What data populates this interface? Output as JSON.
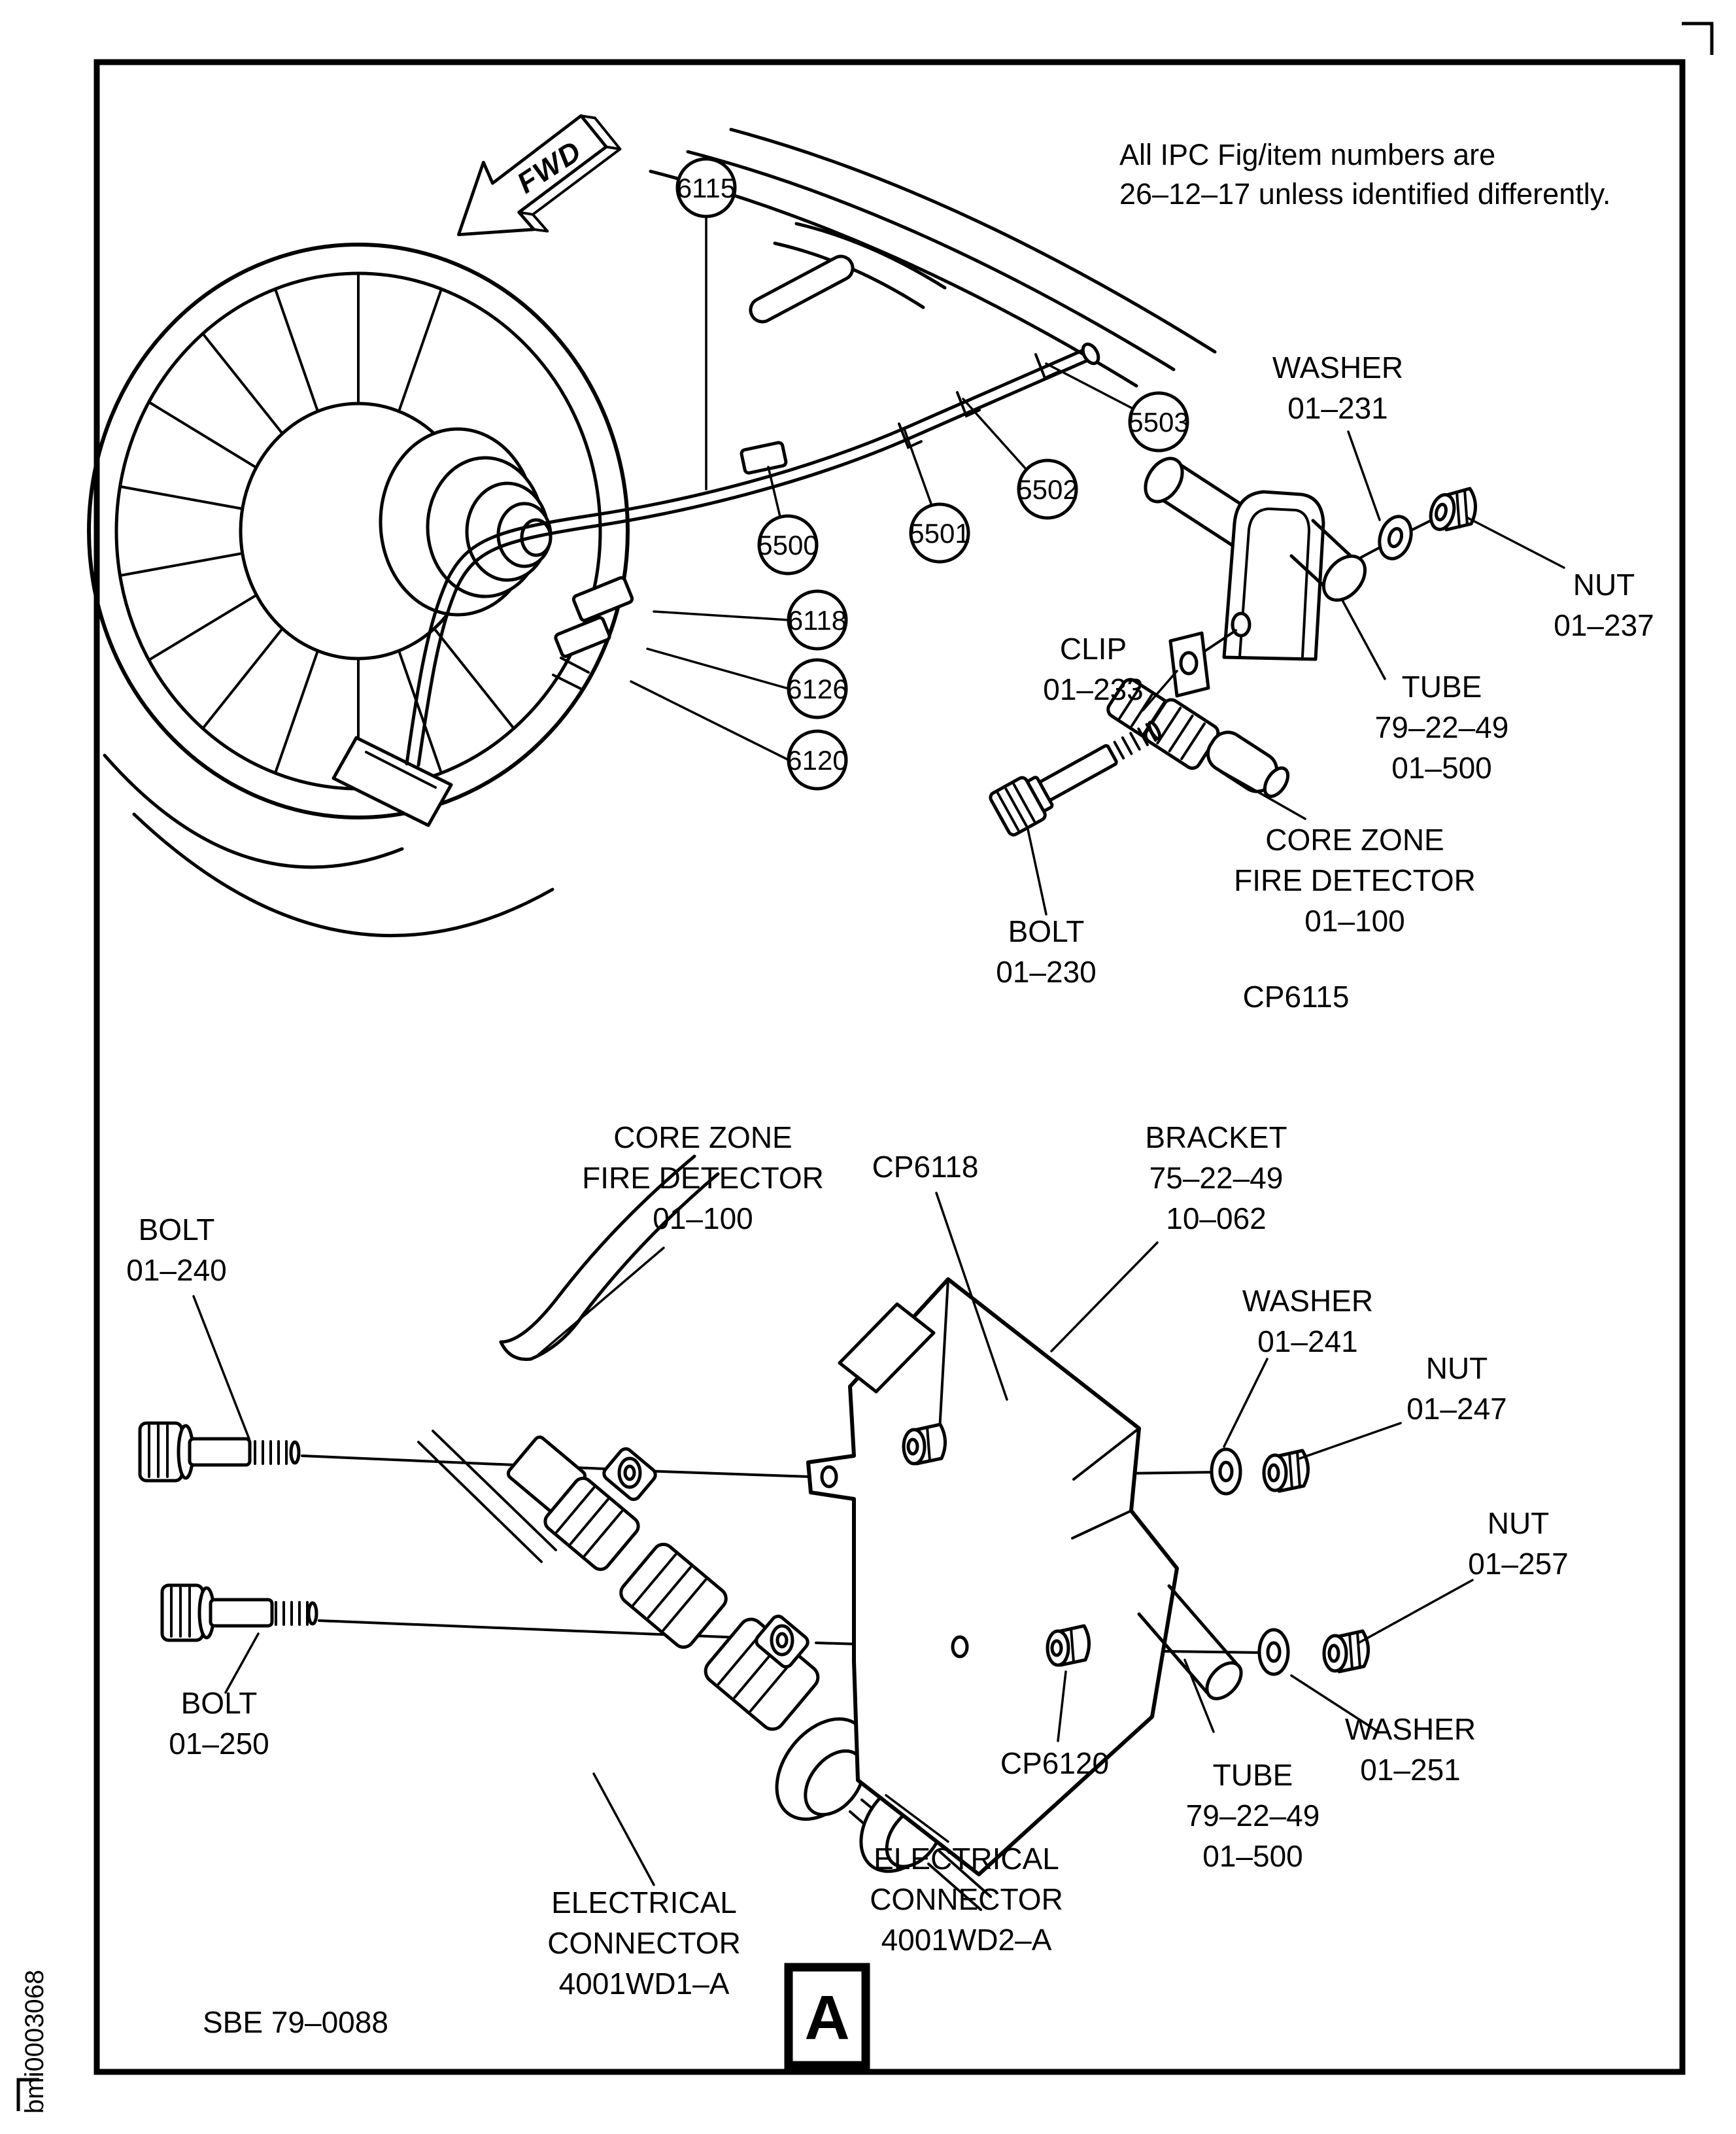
{
  "page": {
    "note": {
      "line1": "All IPC Fig/item numbers are",
      "line2": "26–12–17 unless identified differently."
    },
    "fwd": "FWD",
    "figure_ref": "SBE 79–0088",
    "sheet_letter": "A",
    "doc_id": "bmi0003068",
    "colors": {
      "ink": "#000000",
      "paper": "#ffffff"
    }
  },
  "upper_view": {
    "caption": "CP6115",
    "callouts": {
      "c6115": "6115",
      "c5500": "5500",
      "c5501": "5501",
      "c5502": "5502",
      "c5503": "5503",
      "c6118": "6118",
      "c6126": "6126",
      "c6120": "6120"
    },
    "washer": {
      "name": "WASHER",
      "ref": "01–231"
    },
    "nut": {
      "name": "NUT",
      "ref": "01–237"
    },
    "clip": {
      "name": "CLIP",
      "ref": "01–233"
    },
    "tube": {
      "name": "TUBE",
      "ref1": "79–22–49",
      "ref2": "01–500"
    },
    "detector": {
      "name1": "CORE ZONE",
      "name2": "FIRE DETECTOR",
      "ref": "01–100"
    },
    "bolt": {
      "name": "BOLT",
      "ref": "01–230"
    }
  },
  "lower_view": {
    "detector": {
      "name1": "CORE ZONE",
      "name2": "FIRE DETECTOR",
      "ref": "01–100"
    },
    "cp6118": "CP6118",
    "cp6120": "CP6120",
    "bracket": {
      "name": "BRACKET",
      "ref1": "75–22–49",
      "ref2": "10–062"
    },
    "bolt_top": {
      "name": "BOLT",
      "ref": "01–240"
    },
    "bolt_bottom": {
      "name": "BOLT",
      "ref": "01–250"
    },
    "washer_top": {
      "name": "WASHER",
      "ref": "01–241"
    },
    "nut_top": {
      "name": "NUT",
      "ref": "01–247"
    },
    "nut_bottom": {
      "name": "NUT",
      "ref": "01–257"
    },
    "washer_bottom": {
      "name": "WASHER",
      "ref": "01–251"
    },
    "tube": {
      "name": "TUBE",
      "ref1": "79–22–49",
      "ref2": "01–500"
    },
    "connector1": {
      "name1": "ELECTRICAL",
      "name2": "CONNECTOR",
      "ref": "4001WD1–A"
    },
    "connector2": {
      "name1": "ELECTRICAL",
      "name2": "CONNECTOR",
      "ref": "4001WD2–A"
    }
  }
}
